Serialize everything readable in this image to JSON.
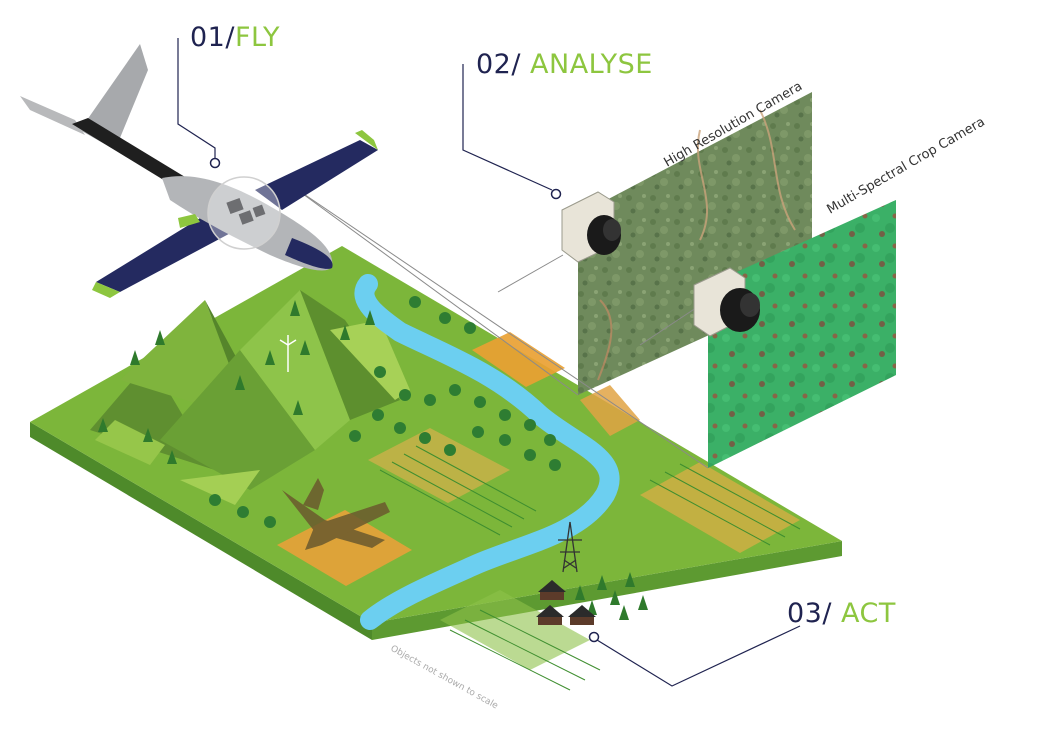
{
  "steps": [
    {
      "number": "01/",
      "word": "FLY"
    },
    {
      "number": "02/ ",
      "word": "ANALYSE"
    },
    {
      "number": "03/ ",
      "word": "ACT"
    }
  ],
  "cameras": {
    "high_res_label": "High Resolution Camera",
    "multispectral_label": "Multi-Spectral Crop Camera"
  },
  "footnote": "Objects not shown to scale",
  "colors": {
    "dark_navy": "#1f2350",
    "accent_green": "#8dc63f",
    "land_green": "#7cb63a",
    "river_blue": "#6ccff0",
    "field_orange": "#e5a23a"
  }
}
